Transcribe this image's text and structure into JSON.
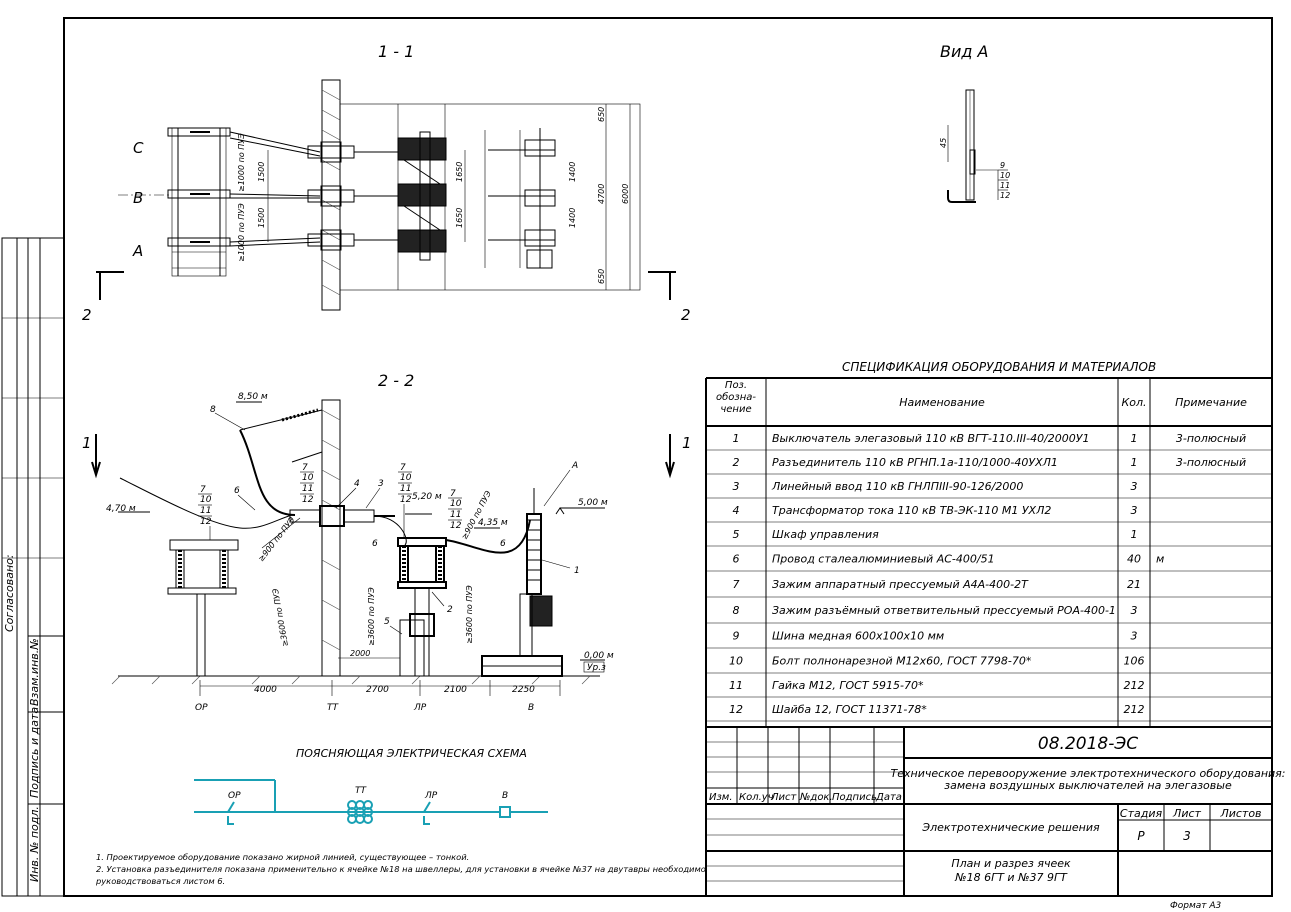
{
  "sections": {
    "section_1_1": "1 - 1",
    "view_a": "Вид А",
    "section_2_2": "2 - 2",
    "scheme_title": "ПОЯСНЯЮЩАЯ ЭЛЕКТРИЧЕСКАЯ СХЕМА",
    "spec_title": "СПЕЦИФИКАЦИЯ ОБОРУДОВАНИЯ И МАТЕРИАЛОВ"
  },
  "cut_labels": {
    "one": "1",
    "two": "2"
  },
  "phases": [
    "C",
    "B",
    "A"
  ],
  "plan_dims": {
    "d1500a": "1500",
    "d1500b": "1500",
    "d1000a": "≥1000 по ПУЭ",
    "d1000b": "≥1000 по ПУЭ",
    "d1650a": "1650",
    "d1650b": "1650",
    "d1400a": "1400",
    "d1400b": "1400",
    "d650a": "650",
    "d650b": "650",
    "d4700": "4700",
    "d6000": "6000"
  },
  "view_a_dims": {
    "d45": "45",
    "pos9": "9",
    "pos10": "10",
    "pos11": "11",
    "pos12": "12"
  },
  "elevation": {
    "level_850": "8,50 м",
    "level_470": "4,70 м",
    "level_520": "5,20 м",
    "level_435": "4,35 м",
    "level_500": "5,00 м",
    "level_000": "0,00 м",
    "ground": "Ур.з",
    "d900a": "≥900 по ПУЭ",
    "d900b": "≥900 по ПУЭ",
    "d3600a": "≥3600 по ПУЭ",
    "d3600b": "≥3600 по ПУЭ",
    "d3600c": "≥3600 по ПУЭ",
    "d2000": "2000",
    "spans": [
      "4000",
      "2700",
      "2100",
      "2250"
    ],
    "stations": [
      "ОР",
      "ТТ",
      "ЛР",
      "В"
    ],
    "pos_labels": [
      "8",
      "7",
      "10",
      "11",
      "12",
      "7",
      "10",
      "11",
      "12",
      "7",
      "10",
      "11",
      "12",
      "7",
      "10",
      "11",
      "12",
      "6",
      "4",
      "3",
      "6",
      "5",
      "2",
      "6",
      "1",
      "A"
    ]
  },
  "scheme": {
    "labels": [
      "ОР",
      "ТТ",
      "ЛР",
      "В"
    ]
  },
  "notes": [
    "1. Проектируемое оборудование показано жирной линией, существующее – тонкой.",
    "2. Установка разъединителя показана применительно к ячейке №18 на швеллеры, для установки в ячейке №37 на двутавры необходимо руководствоваться листом 6."
  ],
  "spec": {
    "headers": {
      "pos": "Поз. обозна- чение",
      "name": "Наименование",
      "qty": "Кол.",
      "note": "Примечание"
    },
    "rows": [
      {
        "pos": "1",
        "name": "Выключатель элегазовый 110 кВ ВГТ-110.III-40/2000У1",
        "qty": "1",
        "note": "3-полюсный"
      },
      {
        "pos": "2",
        "name": "Разъединитель 110 кВ РГНП.1а-110/1000-40УХЛ1",
        "qty": "1",
        "note": "3-полюсный"
      },
      {
        "pos": "3",
        "name": "Линейный ввод 110 кВ ГНЛПIII-90-126/2000",
        "qty": "3",
        "note": ""
      },
      {
        "pos": "4",
        "name": "Трансформатор тока 110 кВ ТВ-ЭК-110 М1 УХЛ2",
        "qty": "3",
        "note": ""
      },
      {
        "pos": "5",
        "name": "Шкаф управления",
        "qty": "1",
        "note": ""
      },
      {
        "pos": "6",
        "name": "Провод сталеалюминиевый АС-400/51",
        "qty": "40",
        "note": "м"
      },
      {
        "pos": "7",
        "name": "Зажим аппаратный прессуемый А4А-400-2Т",
        "qty": "21",
        "note": ""
      },
      {
        "pos": "8",
        "name": "Зажим разъёмный ответвительный прессуемый РОА-400-1",
        "qty": "3",
        "note": ""
      },
      {
        "pos": "9",
        "name": "Шина медная 600х100х10 мм",
        "qty": "3",
        "note": ""
      },
      {
        "pos": "10",
        "name": "Болт полнонарезной М12х60, ГОСТ 7798-70*",
        "qty": "106",
        "note": ""
      },
      {
        "pos": "11",
        "name": "Гайка М12, ГОСТ 5915-70*",
        "qty": "212",
        "note": ""
      },
      {
        "pos": "12",
        "name": "Шайба 12, ГОСТ 11371-78*",
        "qty": "212",
        "note": ""
      }
    ]
  },
  "title_block": {
    "code": "08.2018-ЭС",
    "project": "Техническое перевооружение электротехнического оборудования: замена воздушных выключателей на элегазовые",
    "section": "Электротехнические решения",
    "sheet_title": "План и разрез ячеек №18 6ГТ и №37 9ГТ",
    "stage_h": "Стадия",
    "sheet_h": "Лист",
    "sheets_h": "Листов",
    "stage": "Р",
    "sheet": "3",
    "sheets": "",
    "cols": [
      "Изм.",
      "Кол.уч",
      "Лист",
      "№док.",
      "Подпись",
      "Дата"
    ]
  },
  "side_stamp": {
    "agreed": "Согласовано:",
    "inv_swap": "Взам.инв.№",
    "sign_date": "Подпись и дата",
    "inv_orig": "Инв. № подл."
  },
  "format": "Формат А3"
}
